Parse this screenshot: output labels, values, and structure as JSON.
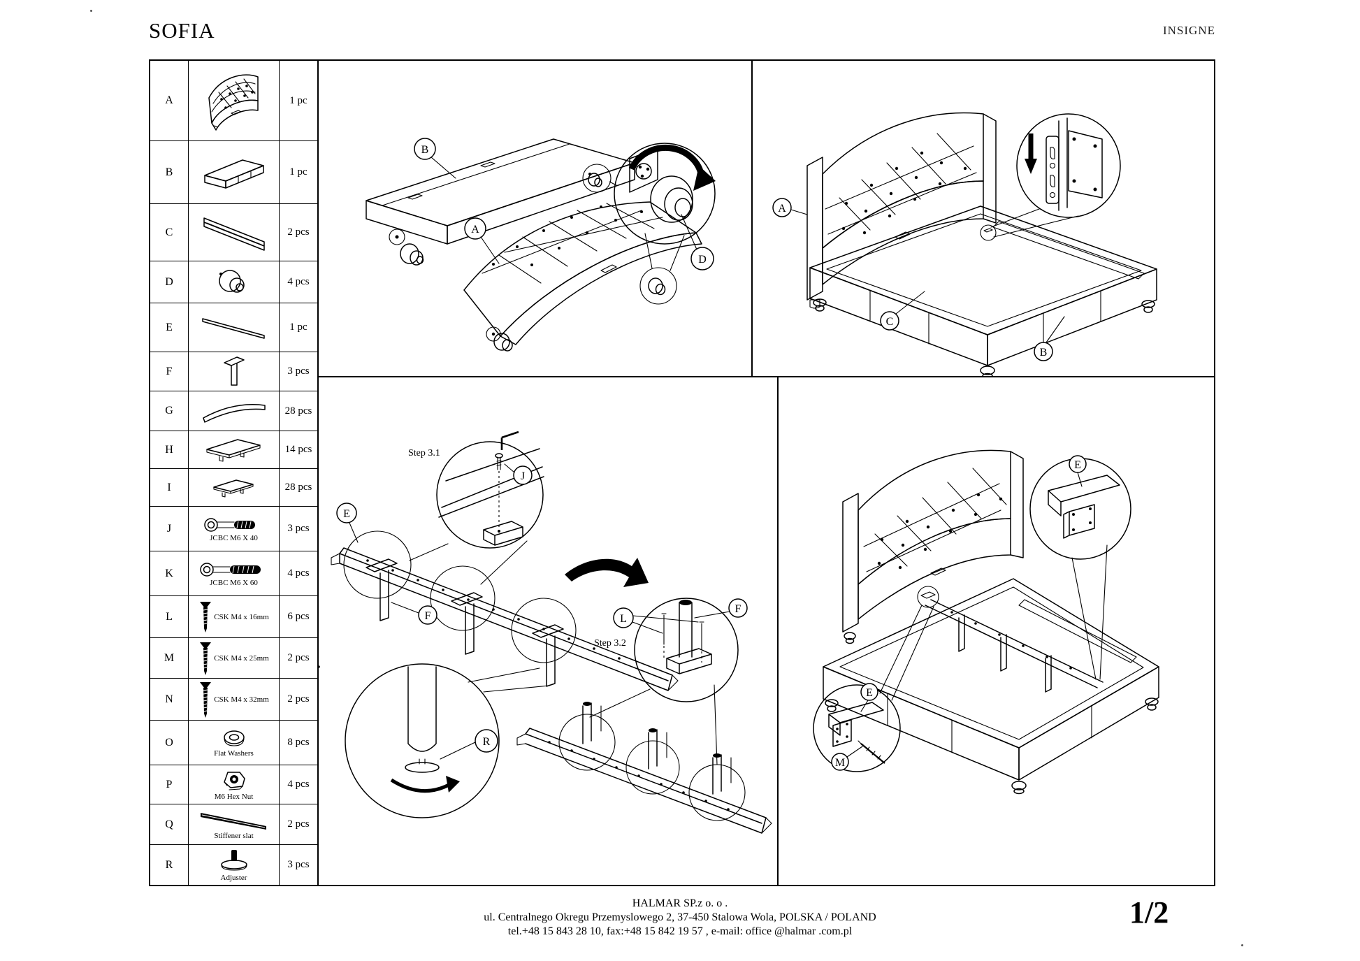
{
  "page": {
    "title": "SOFIA",
    "brand": "INSIGNE",
    "page_number": "1/2"
  },
  "footer": {
    "company": "HALMAR SP.z o. o .",
    "address": "ul. Centralnego Okregu Przemyslowego 2, 37-450 Stalowa Wola, POLSKA / POLAND",
    "contact": "tel.+48 15 843 28 10, fax:+48 15 842 19 57 , e-mail: office @halmar .com.pl"
  },
  "parts_table": {
    "rows": [
      {
        "id": "A",
        "qty": "1 pc",
        "part": "headboard"
      },
      {
        "id": "B",
        "qty": "1 pc",
        "part": "footboard"
      },
      {
        "id": "C",
        "qty": "2 pcs",
        "part": "side rail"
      },
      {
        "id": "D",
        "qty": "4 pcs",
        "part": "castor wheel"
      },
      {
        "id": "E",
        "qty": "1 pc",
        "part": "center rail"
      },
      {
        "id": "F",
        "qty": "3 pcs",
        "part": "support leg"
      },
      {
        "id": "G",
        "qty": "28 pcs",
        "part": "curved slat"
      },
      {
        "id": "H",
        "qty": "14 pcs",
        "part": "slat holder double"
      },
      {
        "id": "I",
        "qty": "28 pcs",
        "part": "slat holder single"
      },
      {
        "id": "J",
        "qty": "3 pcs",
        "label": "JCBC M6 X 40",
        "part": "bolt"
      },
      {
        "id": "K",
        "qty": "4 pcs",
        "label": "JCBC M6 X 60",
        "part": "bolt"
      },
      {
        "id": "L",
        "qty": "6 pcs",
        "label": "CSK M4 x 16mm",
        "part": "screw"
      },
      {
        "id": "M",
        "qty": "2 pcs",
        "label": "CSK M4 x 25mm",
        "part": "screw"
      },
      {
        "id": "N",
        "qty": "2 pcs",
        "label": "CSK M4 x 32mm",
        "part": "screw"
      },
      {
        "id": "O",
        "qty": "8 pcs",
        "label": "Flat Washers",
        "part": "washer"
      },
      {
        "id": "P",
        "qty": "4 pcs",
        "label": "M6 Hex Nut",
        "part": "hex nut"
      },
      {
        "id": "Q",
        "qty": "2 pcs",
        "label": "Stiffener slat",
        "part": "stiffener slat"
      },
      {
        "id": "R",
        "qty": "3 pcs",
        "label": "Adjuster",
        "part": "adjuster foot"
      }
    ]
  },
  "diagrams": {
    "step1": {
      "label_a": "A",
      "label_b": "B",
      "label_d": "D"
    },
    "step2": {
      "label_a": "A",
      "label_b": "B",
      "label_c": "C"
    },
    "step3": {
      "title_31": "Step 3.1",
      "title_32": "Step 3.2",
      "label_e": "E",
      "label_f": "F",
      "label_f2": "F",
      "label_j": "J",
      "label_l": "L",
      "label_r": "R"
    },
    "step4": {
      "label_e_top": "E",
      "label_e_left": "E",
      "label_m": "M"
    }
  }
}
